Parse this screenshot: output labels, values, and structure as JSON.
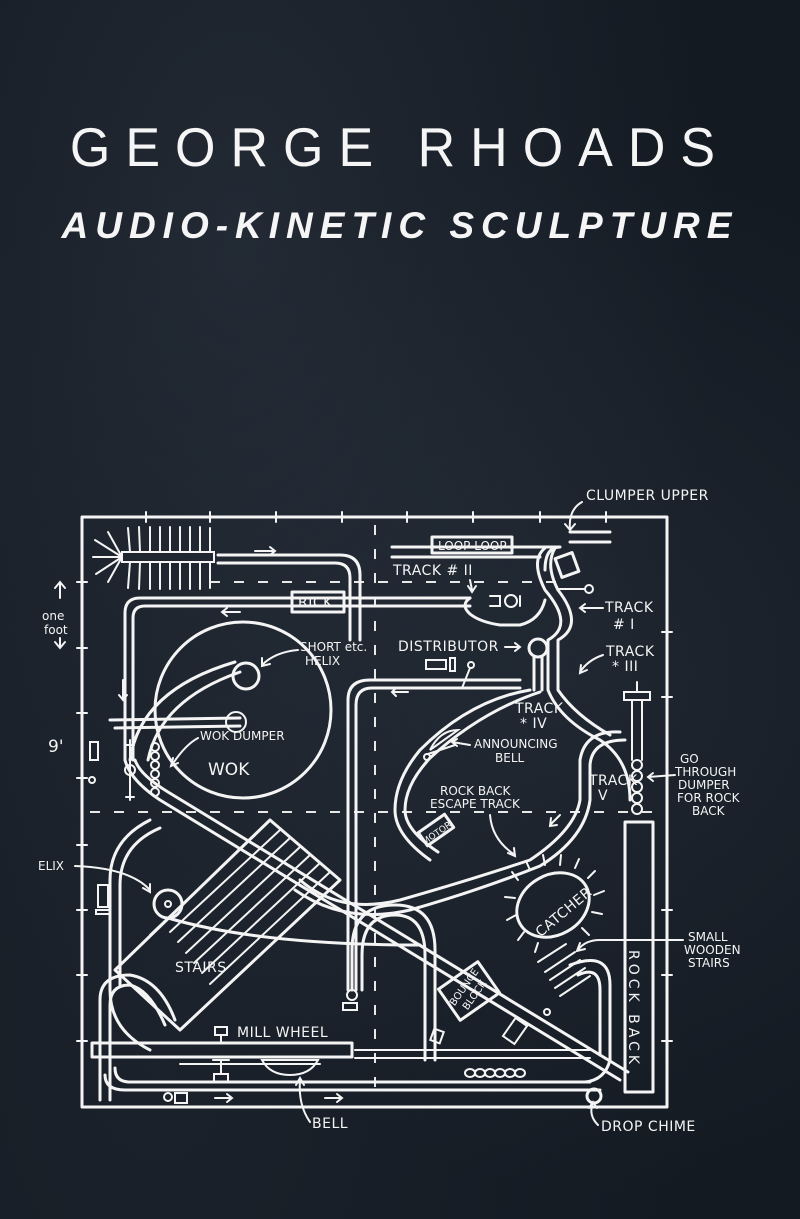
{
  "cover": {
    "title": "GEORGE RHOADS",
    "subtitle": "AUDIO-KINETIC SCULPTURE"
  },
  "colors": {
    "background": "#141a22",
    "ink": "#f4f4f4"
  },
  "diagram": {
    "scale": {
      "unit_label_top": "one",
      "unit_label_bottom": "foot",
      "height_label": "9'"
    },
    "labels": {
      "clumper_upper": "CLUMPER UPPER",
      "loop_loop": "LOOP LOOP",
      "track_2": "TRACK # II",
      "track_1_line1": "TRACK",
      "track_1_line2": "# I",
      "track_3_line1": "TRACK",
      "track_3_line2": "* III",
      "rick": "RICK",
      "short_helix_line1": "SHORT etc.",
      "short_helix_line2": "HELIX",
      "distributor": "DISTRIBUTOR",
      "track_4_line1": "TRACK",
      "track_4_line2": "* IV",
      "announcing_bell_line1": "ANNOUNCING",
      "announcing_bell_line2": "BELL",
      "wok_dumper": "WOK DUMPER",
      "wok": "WOK",
      "track_5_line1": "TRACK",
      "track_5_line2": "V",
      "go_through_line1": "GO",
      "go_through_line2": "THROUGH",
      "go_through_line3": "DUMPER",
      "go_through_line4": "FOR ROCK",
      "go_through_line5": "BACK",
      "rock_back_escape_line1": "ROCK BACK",
      "rock_back_escape_line2": "ESCAPE TRACK",
      "motor": "MOTOR",
      "elix": "ELIX",
      "catcher": "CATCHER",
      "small_wooden_stairs_line1": "SMALL",
      "small_wooden_stairs_line2": "WOODEN",
      "small_wooden_stairs_line3": "STAIRS",
      "stairs": "STAIRS",
      "rock_back": "ROCK BACK",
      "bounce_block_line1": "BOUNCE",
      "bounce_block_line2": "BLOCK",
      "mill_wheel": "MILL WHEEL",
      "bell": "BELL",
      "drop_chime": "DROP CHIME"
    }
  }
}
